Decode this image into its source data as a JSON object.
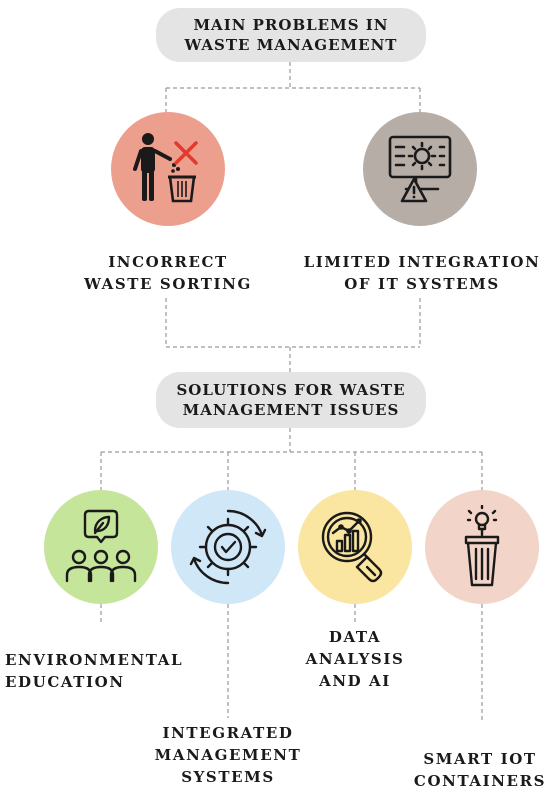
{
  "top_box": {
    "title": "MAIN PROBLEMS IN\nWASTE MANAGEMENT"
  },
  "problems": [
    {
      "label": "INCORRECT\nWASTE SORTING",
      "icon": "person-littering-icon",
      "color": "#ec9f8d"
    },
    {
      "label": "LIMITED INTEGRATION\nOF IT SYSTEMS",
      "icon": "computer-warning-icon",
      "color": "#b6ada7"
    }
  ],
  "middle_box": {
    "title": "SOLUTIONS FOR WASTE\nMANAGEMENT ISSUES"
  },
  "solutions": [
    {
      "label": "ENVIRONMENTAL\nEDUCATION",
      "icon": "people-leaf-icon",
      "color": "#c5e59b"
    },
    {
      "label": "INTEGRATED\nMANAGEMENT\nSYSTEMS",
      "icon": "gear-check-icon",
      "color": "#cfe7f7"
    },
    {
      "label": "DATA\nANALYSIS\nAND AI",
      "icon": "magnifier-chart-icon",
      "color": "#fae5a1"
    },
    {
      "label": "SMART IOT\nCONTAINERS",
      "icon": "smart-bin-icon",
      "color": "#f2d4c8"
    }
  ],
  "colors": {
    "pill": "#e4e4e4",
    "connector": "#9a9a9a",
    "text": "#1a1a1a"
  }
}
